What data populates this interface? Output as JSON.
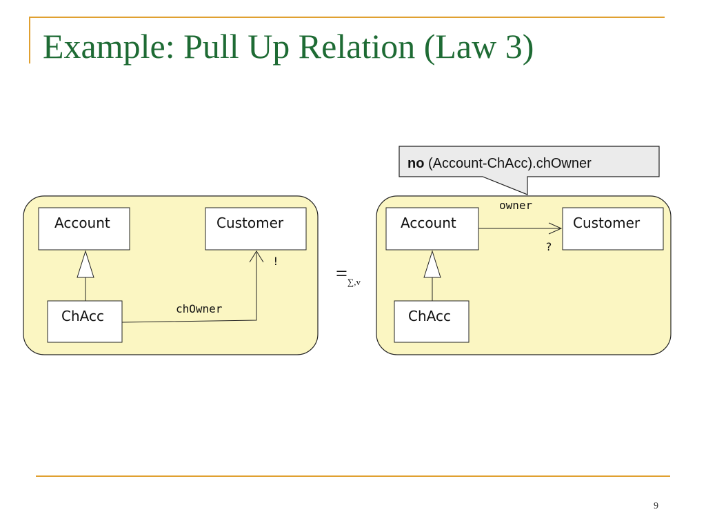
{
  "slide": {
    "title": "Example: Pull Up Relation (Law 3)",
    "page_number": "9"
  },
  "left_model": {
    "classes": {
      "account": "Account",
      "customer": "Customer",
      "chacc": "ChAcc"
    },
    "relation_label": "chOwner",
    "multiplicity": "!"
  },
  "equivalence": {
    "symbol": "=",
    "subscript": "∑,v"
  },
  "right_model": {
    "classes": {
      "account": "Account",
      "customer": "Customer",
      "chacc": "ChAcc"
    },
    "relation_label": "owner",
    "multiplicity": "?"
  },
  "callout": {
    "keyword": "no",
    "expression": " (Account-ChAcc).chOwner"
  },
  "colors": {
    "title": "#1e6b34",
    "rule": "#e0a030",
    "panel_fill": "#fbf6c2",
    "callout_fill": "#ebebeb"
  }
}
